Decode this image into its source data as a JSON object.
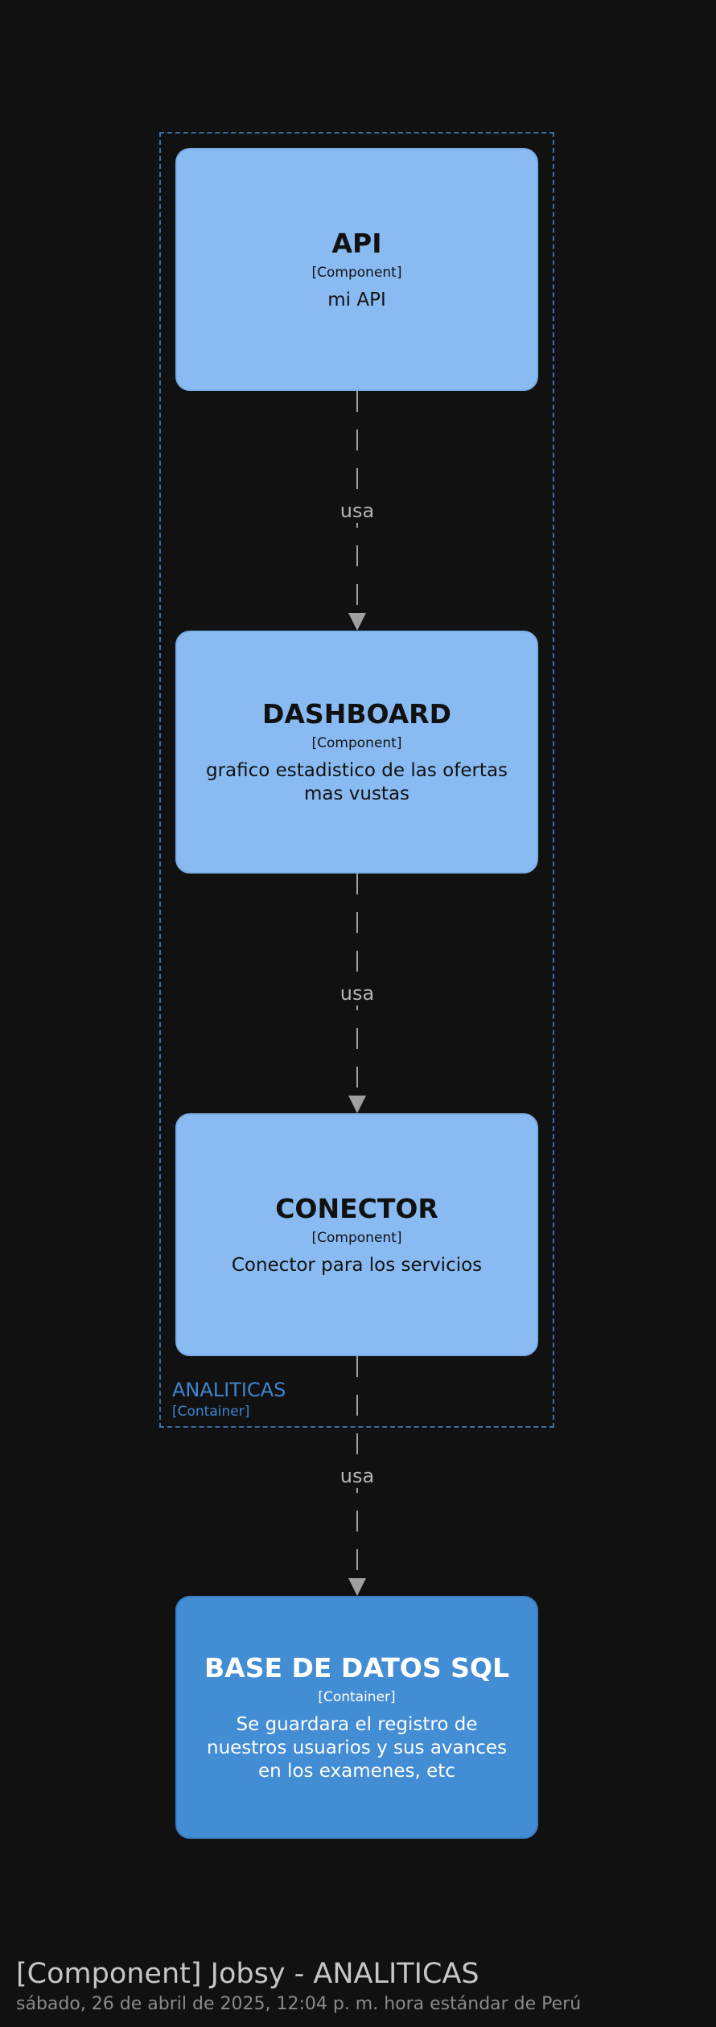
{
  "diagram": {
    "boundary": {
      "name": "ANALITICAS",
      "type": "[Container]"
    },
    "nodes": [
      {
        "id": "api",
        "title": "API",
        "type": "[Component]",
        "description": "mi API"
      },
      {
        "id": "dashboard",
        "title": "DASHBOARD",
        "type": "[Component]",
        "description": "grafico estadistico de las ofertas mas vustas"
      },
      {
        "id": "conector",
        "title": "CONECTOR",
        "type": "[Component]",
        "description": "Conector para los servicios"
      },
      {
        "id": "database",
        "title": "BASE DE DATOS SQL",
        "type": "[Container]",
        "description": "Se guardara el registro de nuestros usuarios y sus avances en los examenes, etc"
      }
    ],
    "edges": [
      {
        "from": "api",
        "to": "dashboard",
        "label": "usa"
      },
      {
        "from": "dashboard",
        "to": "conector",
        "label": "usa"
      },
      {
        "from": "conector",
        "to": "database",
        "label": "usa"
      }
    ],
    "colors": {
      "background": "#111111",
      "component_fill": "#89bbf2",
      "container_fill": "#438dd5",
      "boundary_stroke": "#3a6fa8",
      "edge_stroke": "#a0a0a0"
    }
  },
  "footer": {
    "title": "[Component] Jobsy - ANALITICAS",
    "timestamp": "sábado, 26 de abril de 2025, 12:04 p. m. hora estándar de Perú"
  }
}
